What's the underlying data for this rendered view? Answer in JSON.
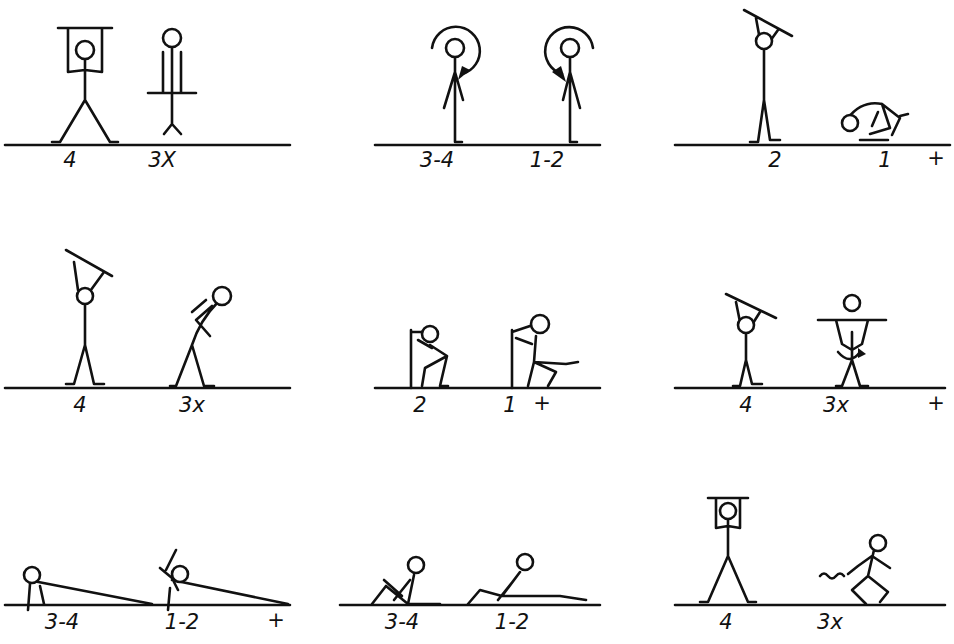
{
  "diagram": {
    "labels": [
      "4",
      "3X",
      "3-4",
      "1-2",
      "2",
      "1",
      "+",
      "4",
      "3x",
      "2",
      "1",
      "+",
      "4",
      "3x",
      "+",
      "3-4",
      "1-2",
      "+",
      "3-4",
      "1-2",
      "4",
      "3x"
    ]
  }
}
